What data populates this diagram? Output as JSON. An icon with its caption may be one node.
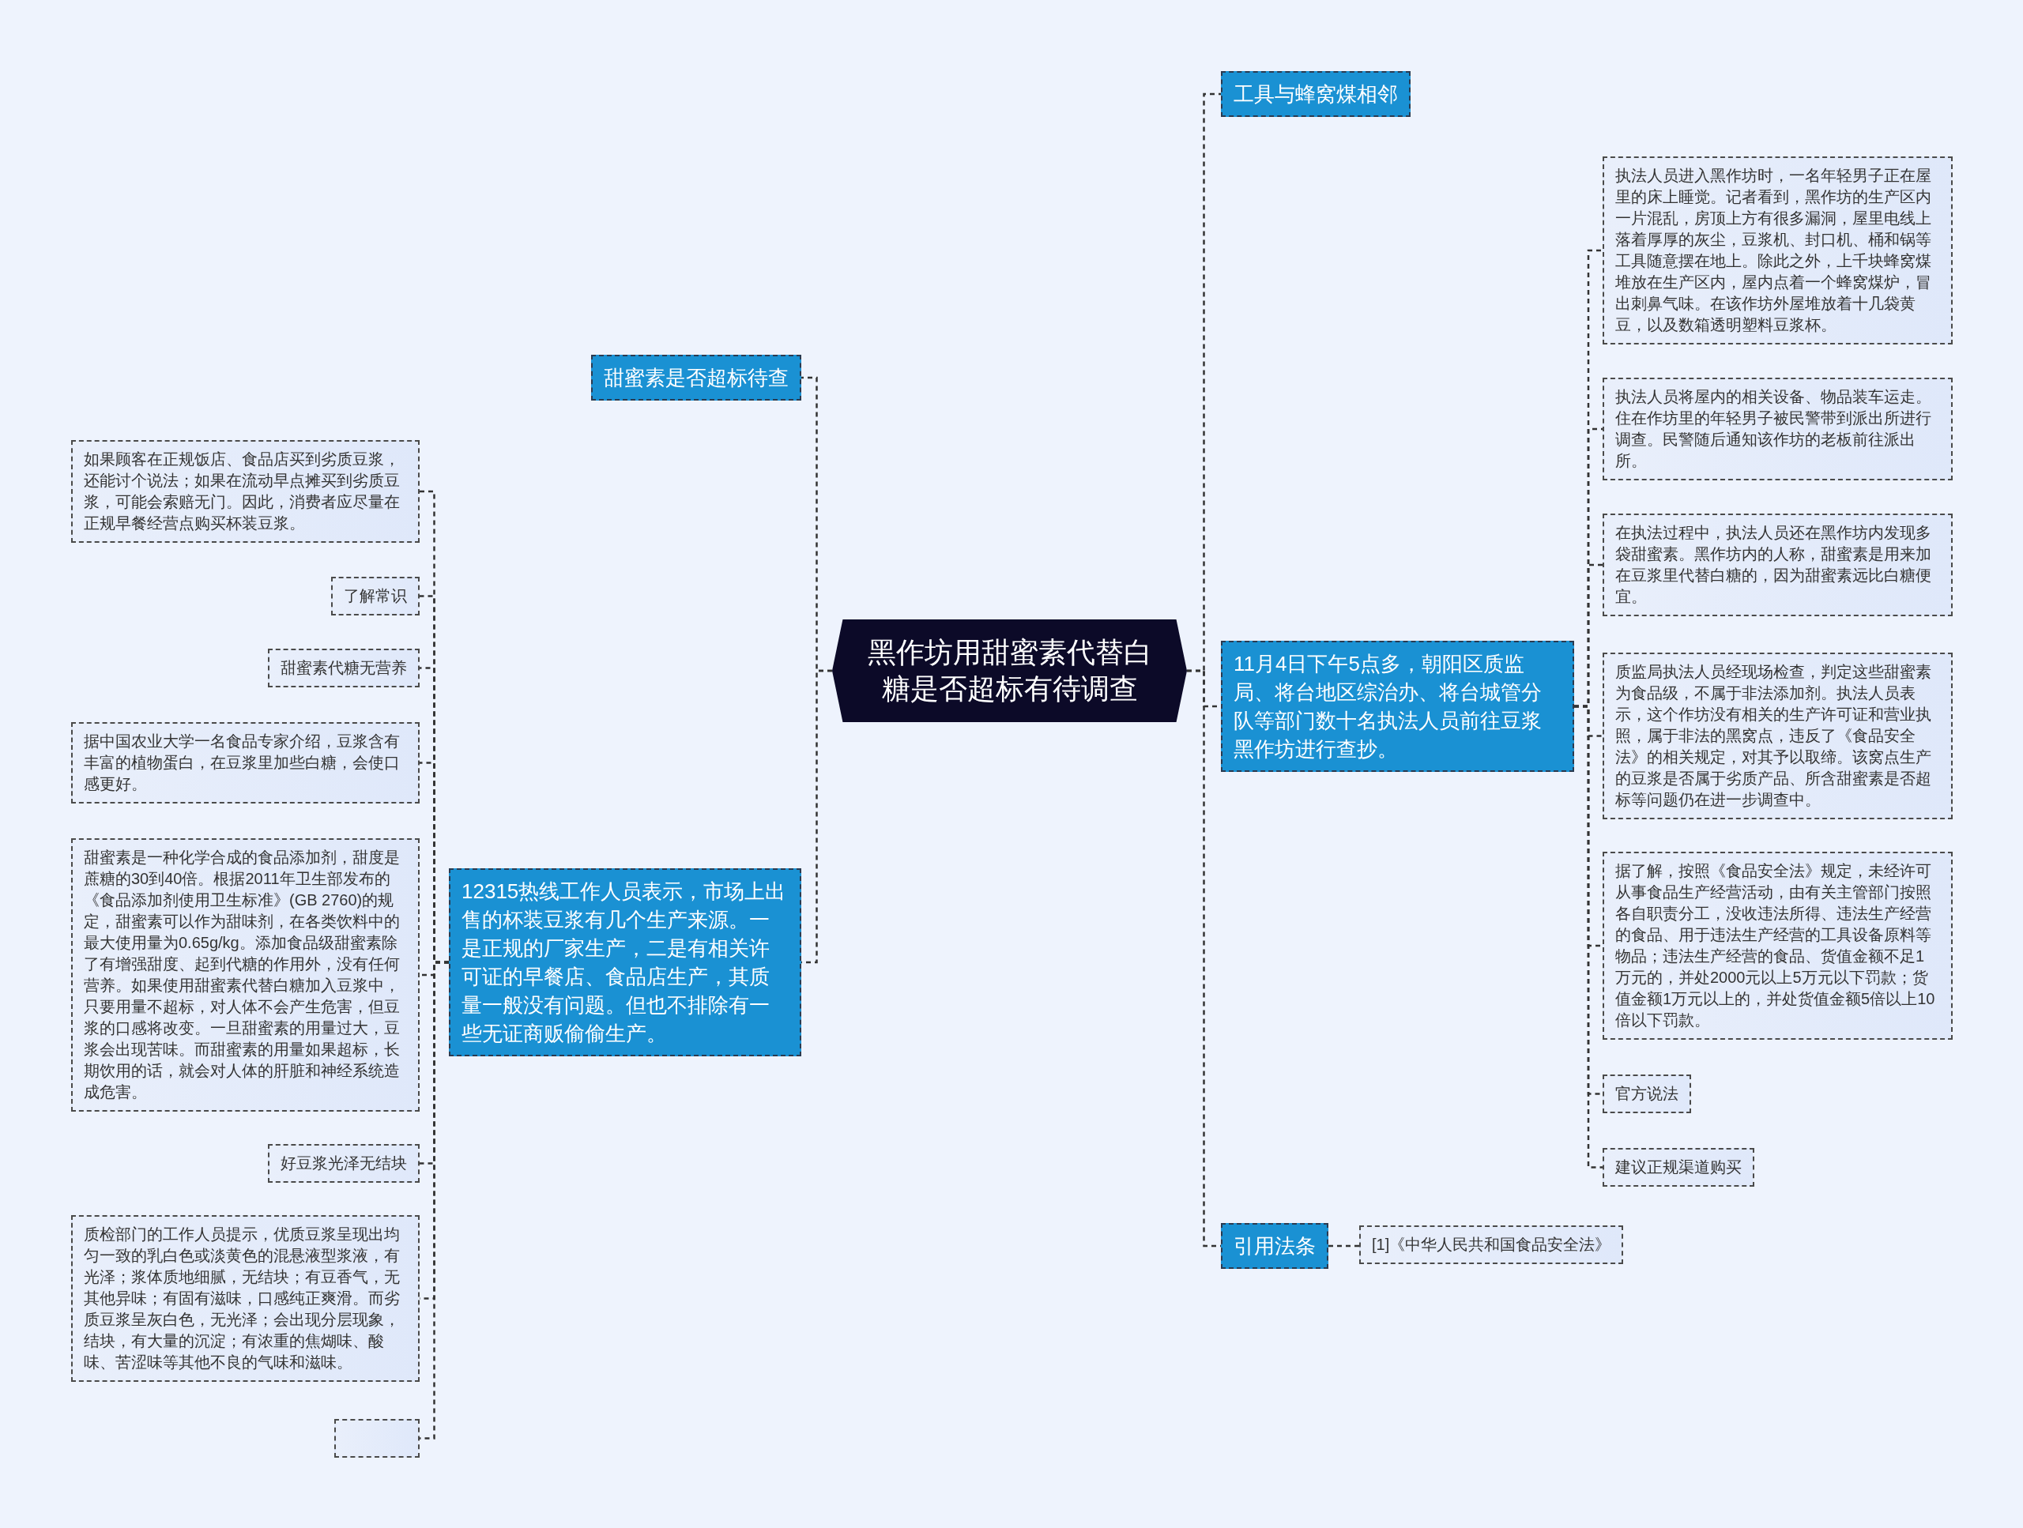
{
  "diagram": {
    "nodes": [
      {
        "text": [
          "黑作坊用甜蜜素代替白糖是否超标有待调查"
        ]
      },
      {
        "text": [
          "甜蜜素是否超标待查"
        ]
      },
      {
        "text": [
          "12315热线工作人员表示，市场上出售的杯装豆浆有几个生产来源。一是正规的厂家生产，二是有相关许可证的早餐店、食品店生产，其质量一般没有问题。但也不排除有一些无证商贩偷偷生产。"
        ]
      },
      {
        "text": [
          "如果顾客在正规饭店、食品店买到劣质豆浆，还能讨个说法；如果在流动早点摊买到劣质豆浆，可能会索赔无门。因此，消费者应尽量在正规早餐经营点购买杯装豆浆。"
        ]
      },
      {
        "text": [
          "了解常识"
        ]
      },
      {
        "text": [
          "甜蜜素代糖无营养"
        ]
      },
      {
        "text": [
          "据中国农业大学一名食品专家介绍，豆浆含有丰富的植物蛋白，在豆浆里加些白糖，会使口感更好。"
        ]
      },
      {
        "text": [
          "甜蜜素是一种化学合成的食品添加剂，甜度是蔗糖的30到40倍。根据2011年卫生部发布的《食品添加剂使用卫生标准》(GB 2760)的规定，甜蜜素可以作为甜味剂，在各类饮料中的最大使用量为0.65g/kg。添加食品级甜蜜素除了有增强甜度、起到代糖的作用外，没有任何营养。如果使用甜蜜素代替白糖加入豆浆中，只要用量不超标，对人体不会产生危害，但豆浆的口感将改变。一旦甜蜜素的用量过大，豆浆会出现苦味。而甜蜜素的用量如果超标，长期饮用的话，就会对人体的肝脏和神经系统造成危害。"
        ]
      },
      {
        "text": [
          "好豆浆光泽无结块"
        ]
      },
      {
        "text": [
          "质检部门的工作人员提示，优质豆浆呈现出均匀一致的乳白色或淡黄色的混悬液型浆液，有光泽；浆体质地细腻，无结块；有豆香气，无其他异味；有固有滋味，口感纯正爽滑。而劣质豆浆呈灰白色，无光泽；会出现分层现象，结块，有大量的沉淀；有浓重的焦煳味、酸味、苦涩味等其他不良的气味和滋味。"
        ]
      },
      {
        "text": [],
        "shape": "box"
      },
      {
        "text": [
          "工具与蜂窝煤相邻"
        ]
      },
      {
        "text": [
          "11月4日下午5点多，朝阳区质监局、将台地区综治办、将台城管分队等部门数十名执法人员前往豆浆黑作坊进行查抄。"
        ]
      },
      {
        "text": [
          "执法人员进入黑作坊时，一名年轻男子正在屋里的床上睡觉。记者看到，黑作坊的生产区内一片混乱，房顶上方有很多漏洞，屋里电线上落着厚厚的灰尘，豆浆机、封口机、桶和锅等工具随意摆在地上。除此之外，上千块蜂窝煤堆放在生产区内，屋内点着一个蜂窝煤炉，冒出刺鼻气味。在该作坊外屋堆放着十几袋黄豆，以及数箱透明塑料豆浆杯。"
        ]
      },
      {
        "text": [
          "执法人员将屋内的相关设备、物品装车运走。住在作坊里的年轻男子被民警带到派出所进行调查。民警随后通知该作坊的老板前往派出所。"
        ]
      },
      {
        "text": [
          "在执法过程中，执法人员还在黑作坊内发现多袋甜蜜素。黑作坊内的人称，甜蜜素是用来加在豆浆里代替白糖的，因为甜蜜素远比白糖便宜。"
        ]
      },
      {
        "text": [
          "质监局执法人员经现场检查，判定这些甜蜜素为食品级，不属于非法添加剂。执法人员表示，这个作坊没有相关的生产许可证和营业执照，属于非法的黑窝点，违反了《食品安全法》的相关规定，对其予以取缔。该窝点生产的豆浆是否属于劣质产品、所含甜蜜素是否超标等问题仍在进一步调查中。"
        ]
      },
      {
        "text": [
          "据了解，按照《食品安全法》规定，未经许可从事食品生产经营活动，由有关主管部门按照各自职责分工，没收违法所得、违法生产经营的食品、用于违法生产经营的工具设备原料等物品；违法生产经营的食品、货值金额不足1万元的，并处2000元以上5万元以下罚款；货值金额1万元以上的，并处货值金额5倍以上10倍以下罚款。"
        ]
      },
      {
        "text": [
          "官方说法"
        ]
      },
      {
        "text": [
          "建议正规渠道购买"
        ]
      },
      {
        "text": [
          "引用法条"
        ]
      },
      {
        "text": [
          "[1]《中华人民共和国食品安全法》"
        ]
      }
    ],
    "edges": [
      {
        "from": 0,
        "to": 1,
        "arrow": "none"
      },
      {
        "from": 0,
        "to": 2,
        "arrow": "none"
      },
      {
        "from": 2,
        "to": 3,
        "arrow": "none"
      },
      {
        "from": 2,
        "to": 4,
        "arrow": "none"
      },
      {
        "from": 2,
        "to": 5,
        "arrow": "none"
      },
      {
        "from": 2,
        "to": 6,
        "arrow": "none"
      },
      {
        "from": 2,
        "to": 7,
        "arrow": "none"
      },
      {
        "from": 2,
        "to": 8,
        "arrow": "none"
      },
      {
        "from": 2,
        "to": 9,
        "arrow": "none"
      },
      {
        "from": 2,
        "to": 10,
        "arrow": "none"
      },
      {
        "from": 0,
        "to": 11,
        "arrow": "none"
      },
      {
        "from": 0,
        "to": 12,
        "arrow": "none"
      },
      {
        "from": 12,
        "to": 13,
        "arrow": "none"
      },
      {
        "from": 12,
        "to": 14,
        "arrow": "none"
      },
      {
        "from": 12,
        "to": 15,
        "arrow": "none"
      },
      {
        "from": 12,
        "to": 16,
        "arrow": "none"
      },
      {
        "from": 12,
        "to": 17,
        "arrow": "none"
      },
      {
        "from": 12,
        "to": 18,
        "arrow": "none"
      },
      {
        "from": 12,
        "to": 19,
        "arrow": "none"
      },
      {
        "from": 0,
        "to": 20,
        "arrow": "none"
      },
      {
        "from": 20,
        "to": 21,
        "arrow": "none"
      }
    ]
  }
}
